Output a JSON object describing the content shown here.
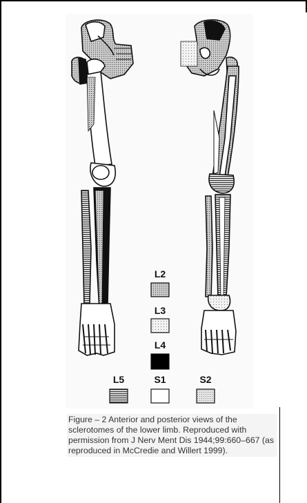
{
  "figure": {
    "legend": [
      {
        "label": "L2",
        "pattern": "dense-stipple"
      },
      {
        "label": "L3",
        "pattern": "light-stipple"
      },
      {
        "label": "L4",
        "pattern": "solid-black"
      },
      {
        "label": "L5",
        "pattern": "horizontal-lines"
      },
      {
        "label": "S1",
        "pattern": "white"
      },
      {
        "label": "S2",
        "pattern": "fine-stipple"
      }
    ],
    "caption": "Figure – 2 Anterior and posterior views of the sclerotomes of the lower limb. Reproduced with permission from J Nerv Ment Dis 1944;99:660–667 (as reproduced in McCredie and Willert 1999)."
  },
  "colors": {
    "ink": "#111111",
    "bone": "#ffffff",
    "stipple": "#9a9a9a",
    "background": "#fafafa"
  }
}
